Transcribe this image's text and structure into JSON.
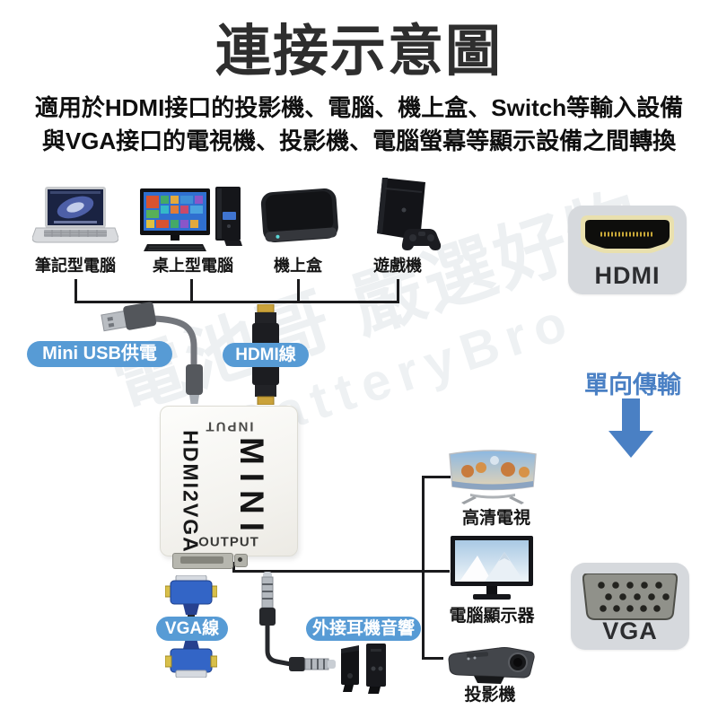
{
  "title": "連接示意圖",
  "subtitle": {
    "line1": "適用於HDMI接口的投影機、電腦、機上盒、Switch等輸入設備",
    "line2": "與VGA接口的電視機、投影機、電腦螢幕等顯示設備之間轉換"
  },
  "source_devices": [
    {
      "label": "筆記型電腦",
      "icon": "laptop-icon"
    },
    {
      "label": "桌上型電腦",
      "icon": "desktop-icon"
    },
    {
      "label": "機上盒",
      "icon": "settop-box-icon"
    },
    {
      "label": "遊戲機",
      "icon": "game-console-icon"
    }
  ],
  "cable_labels": {
    "usb_power": "Mini USB供電",
    "hdmi_cable": "HDMI線",
    "vga_cable": "VGA線",
    "audio_out": "外接耳機音響"
  },
  "converter": {
    "top_port_label": "INPUT",
    "side_label": "HDMI2VGA",
    "center_label": "MINI",
    "bottom_port_label": "OUTPUT"
  },
  "connector_cards": {
    "hdmi_label": "HDMI",
    "vga_label": "VGA"
  },
  "direction": {
    "label": "單向傳輸"
  },
  "display_devices": [
    {
      "label": "高清電視",
      "icon": "tv-icon"
    },
    {
      "label": "電腦顯示器",
      "icon": "monitor-icon"
    },
    {
      "label": "投影機",
      "icon": "projector-icon"
    }
  ],
  "watermark": {
    "line1": "電池哥 嚴選好物",
    "line2": "BatteryBro"
  },
  "colors": {
    "pill_blue": "#579bd5",
    "direction_blue": "#4a80c4",
    "line_black": "#1b1b1d",
    "card_gray": "#d6d9dd"
  }
}
